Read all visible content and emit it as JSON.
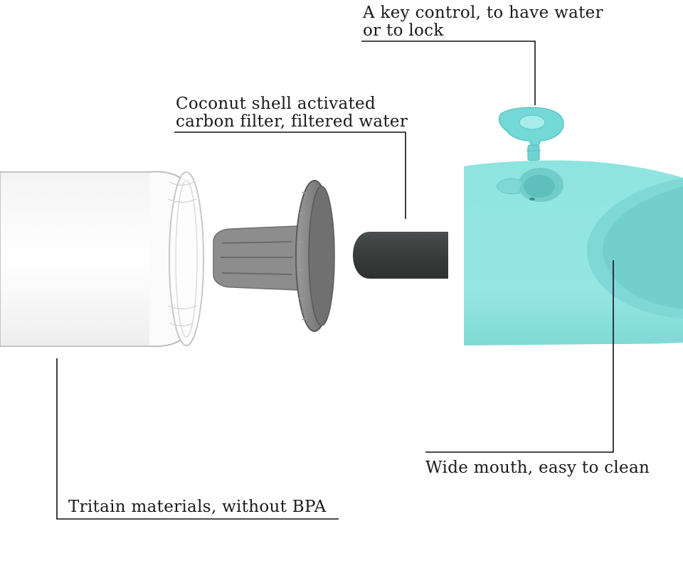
{
  "labels": {
    "key_control": {
      "line1": "A key control, to have water",
      "line2": "or to lock"
    },
    "carbon_filter": {
      "line1": "Coconut shell activated",
      "line2": "carbon filter, filtered water"
    },
    "wide_mouth": {
      "line1": "Wide mouth, easy to clean"
    },
    "tritain": {
      "line1": "Tritain materials, without BPA"
    }
  },
  "colors": {
    "lid": "#8fe3e0",
    "lid_shadow": "#6fcfcc",
    "key": "#74d8d6",
    "filter_cap": "#7d7d7d",
    "filter_core": "#3f4242",
    "bottle_edge": "#c8c8c8",
    "leader_line": "#111111"
  }
}
